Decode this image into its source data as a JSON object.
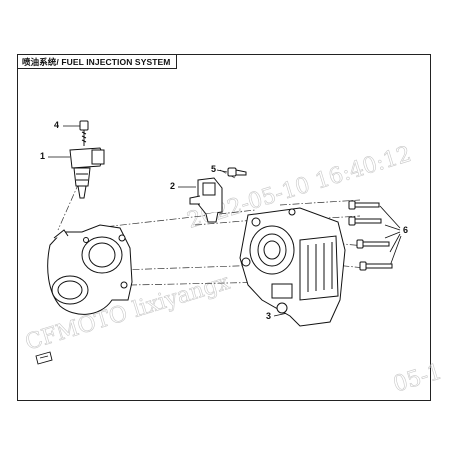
{
  "header": {
    "title": "喷油系统/ FUEL INJECTION SYSTEM"
  },
  "callouts": [
    {
      "label": "1"
    },
    {
      "label": "2"
    },
    {
      "label": "3"
    },
    {
      "label": "4"
    },
    {
      "label": "5"
    },
    {
      "label": "6"
    }
  ],
  "watermark": {
    "date_time": "2022-05-10  16:40:12",
    "company_user": "CFMOTO  lixiyangx",
    "repeat": "05-1"
  },
  "colors": {
    "line": "#222222",
    "watermark": "#c9c9c9"
  }
}
